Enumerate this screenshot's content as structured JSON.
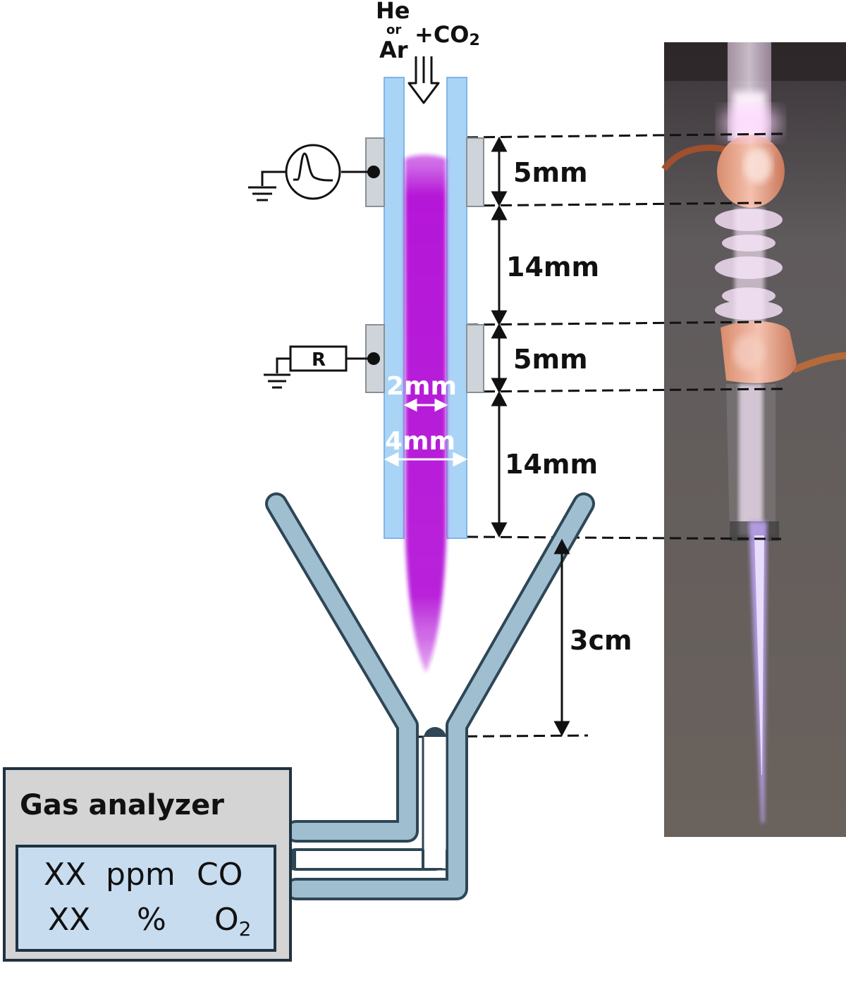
{
  "gas_inlet": {
    "he": "He",
    "or": "or",
    "ar": "Ar",
    "plus_co2": "+CO",
    "co2_subscript": "2"
  },
  "resistor_label": "R",
  "dimensions": {
    "electrode_1": "5mm",
    "gap": "14mm",
    "electrode_2": "5mm",
    "tail": "14mm",
    "inner_diameter": "2mm",
    "outer_diameter": "4mm",
    "funnel_distance": "3cm"
  },
  "gas_analyzer": {
    "title": "Gas analyzer",
    "rows": [
      {
        "value": "XX",
        "unit": "ppm",
        "species": "CO",
        "species_subscript": ""
      },
      {
        "value": "XX",
        "unit": "%",
        "species": "O",
        "species_subscript": "2"
      }
    ]
  },
  "colors": {
    "tube": "#a9d4f6",
    "tube_edge": "#7fb6e6",
    "plasma": "#b518d8",
    "electrode": "#cfd4da",
    "funnel": "#9fbfd0",
    "funnel_edge": "#2e4656",
    "screen": "#c8dcef",
    "analyzer": "#d4d4d4",
    "photo_bg": "#5f5a5c"
  }
}
